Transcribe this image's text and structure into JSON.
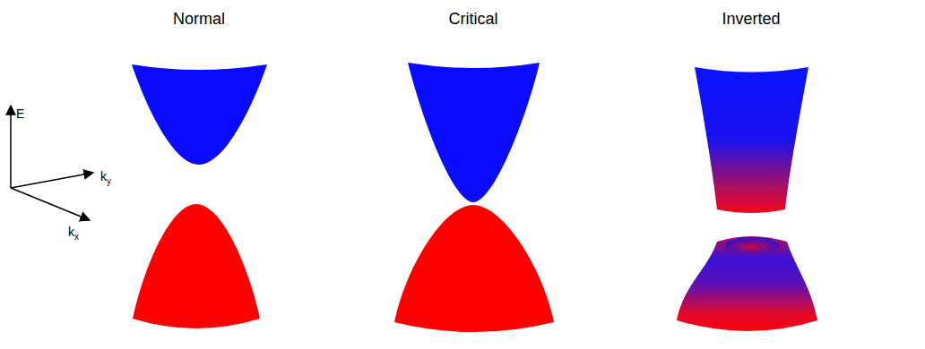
{
  "diagram": {
    "labels": [
      "Normal",
      "Critical",
      "Inverted",
      "E",
      "ky",
      "kx"
    ]
  }
}
